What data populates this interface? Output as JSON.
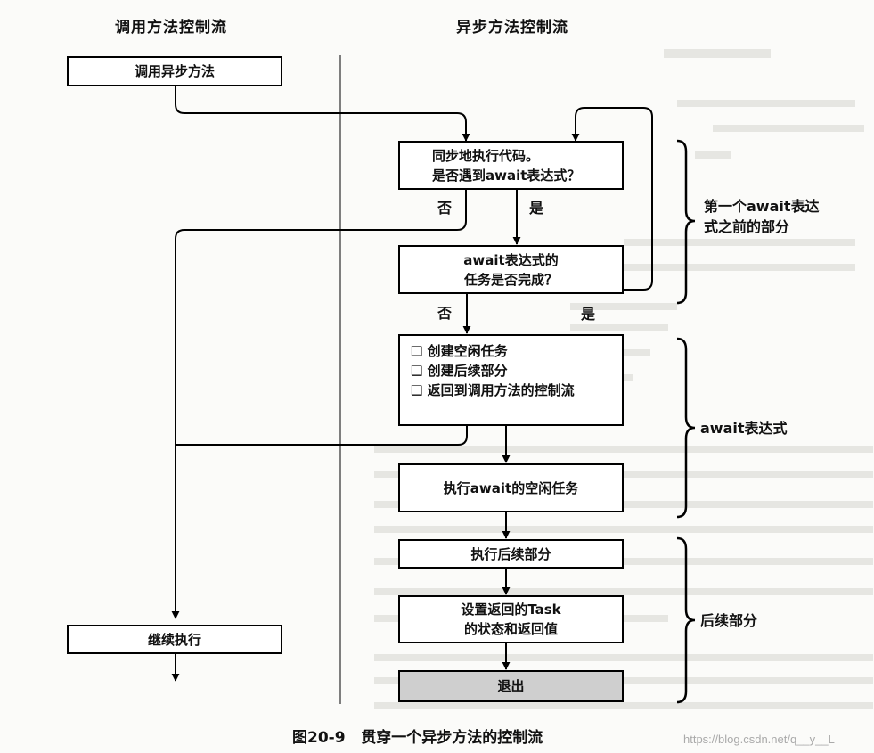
{
  "left_column_title": "调用方法控制流",
  "right_column_title": "异步方法控制流",
  "boxes": {
    "call_async": "调用异步方法",
    "sync_exec_line1": "同步地执行代码。",
    "sync_exec_line2": "是否遇到await表达式？",
    "await_done_line1": "await表达式的",
    "await_done_line2": "任务是否完成？",
    "steps": [
      "创建空闲任务",
      "创建后续部分",
      "返回到调用方法的控制流"
    ],
    "exec_await": "执行await的空闲任务",
    "exec_cont": "执行后续部分",
    "set_task_line1": "设置返回的Task",
    "set_task_line2": "的状态和返回值",
    "exit": "退出",
    "continue_exec": "继续执行"
  },
  "edge_labels": {
    "no": "否",
    "yes": "是"
  },
  "brace_labels": {
    "before_await_line1": "第一个await表达",
    "before_await_line2": "式之前的部分",
    "await_expr": "await表达式",
    "continuation": "后续部分"
  },
  "caption": {
    "number": "图20-9",
    "text": "贯穿一个异步方法的控制流"
  },
  "watermark": "https://blog.csdn.net/q__y__L",
  "colors": {
    "exit_fill": "#cfcfcf"
  }
}
